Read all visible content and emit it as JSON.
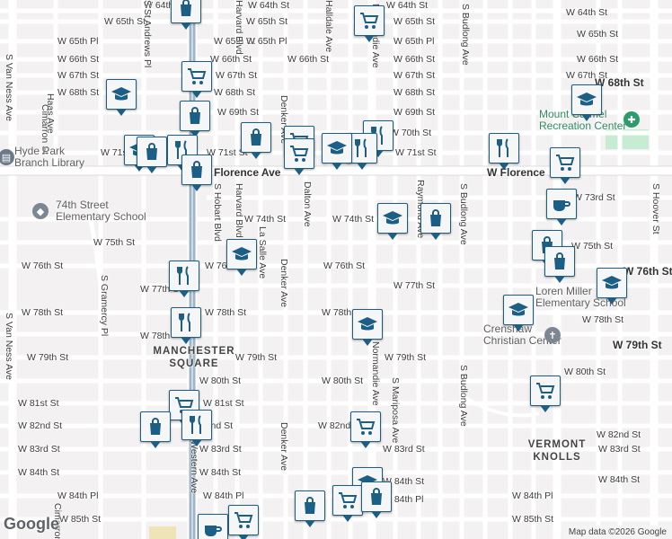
{
  "map": {
    "attribution": "Map data ©2026 Google",
    "logo": "Google"
  },
  "neighborhoods": {
    "manchester": [
      "MANCHESTER",
      "SQUARE"
    ],
    "vermont": [
      "VERMONT",
      "KNOLLS"
    ]
  },
  "places": {
    "hyde_park": [
      "Hyde Park",
      "Branch Library"
    ],
    "elementary_74th": [
      "74th Street",
      "Elementary School"
    ],
    "mount_carmel": [
      "Mount Carmel",
      "Recreation Center"
    ],
    "loren_miller": [
      "Loren Miller",
      "Elementary School"
    ],
    "crenshaw": [
      "Crenshaw",
      "Christian Center"
    ]
  },
  "streets_h": [
    {
      "id": "h1",
      "label": "W 64th St"
    },
    {
      "id": "h2",
      "label": "W 64th St"
    },
    {
      "id": "h3",
      "label": "W 64th St"
    },
    {
      "id": "h4",
      "label": "W 64th St"
    },
    {
      "id": "h5",
      "label": "W 65th St"
    },
    {
      "id": "h6",
      "label": "W 65th St"
    },
    {
      "id": "h7",
      "label": "W 65th St"
    },
    {
      "id": "h8",
      "label": "W 65th St"
    },
    {
      "id": "h9",
      "label": "W 65th St"
    },
    {
      "id": "h10",
      "label": "W 65th Pl"
    },
    {
      "id": "h11",
      "label": "W 65th Pl"
    },
    {
      "id": "h12",
      "label": "W 65th Pl"
    },
    {
      "id": "h13",
      "label": "W 66th St"
    },
    {
      "id": "h14",
      "label": "W 66th St"
    },
    {
      "id": "h15",
      "label": "W 66th St"
    },
    {
      "id": "h16",
      "label": "W 66th St"
    },
    {
      "id": "h17",
      "label": "W 66th St"
    },
    {
      "id": "h18",
      "label": "W 67th St"
    },
    {
      "id": "h19",
      "label": "W 67th St"
    },
    {
      "id": "h20",
      "label": "W 67th St"
    },
    {
      "id": "h21",
      "label": "W 67th St"
    },
    {
      "id": "h22",
      "label": "W 68th St"
    },
    {
      "id": "h23",
      "label": "W 68th St"
    },
    {
      "id": "h24",
      "label": "W 68th St"
    },
    {
      "id": "h25",
      "label": "W 68th St"
    },
    {
      "id": "h26",
      "label": "W 69th St"
    },
    {
      "id": "h27",
      "label": "W 69th St"
    },
    {
      "id": "h28",
      "label": "W 69th St"
    },
    {
      "id": "h29",
      "label": "W 70th St"
    },
    {
      "id": "h30",
      "label": "W 70th St"
    },
    {
      "id": "h31",
      "label": "W 71st St"
    },
    {
      "id": "h32",
      "label": "W 71st St"
    },
    {
      "id": "h33",
      "label": "W 71st St"
    },
    {
      "id": "h34",
      "label": "Florence Ave"
    },
    {
      "id": "h35",
      "label": "W Florence"
    },
    {
      "id": "h36",
      "label": "W 73rd St"
    },
    {
      "id": "h37",
      "label": "W 74th St"
    },
    {
      "id": "h38",
      "label": "W 74th St"
    },
    {
      "id": "h39",
      "label": "W 75th St"
    },
    {
      "id": "h40",
      "label": "W 75th St"
    },
    {
      "id": "h41",
      "label": "W 76th St"
    },
    {
      "id": "h42",
      "label": "W 76th"
    },
    {
      "id": "h43",
      "label": "W 76th St"
    },
    {
      "id": "h44",
      "label": "W 76th St"
    },
    {
      "id": "h45",
      "label": "W 77th St"
    },
    {
      "id": "h46",
      "label": "W 77th St"
    },
    {
      "id": "h47",
      "label": "W 78th St"
    },
    {
      "id": "h48",
      "label": "W 78th St"
    },
    {
      "id": "h49",
      "label": "W 78th"
    },
    {
      "id": "h50",
      "label": "W 78th St"
    },
    {
      "id": "h51",
      "label": "W 78th"
    },
    {
      "id": "h52",
      "label": "W 79th St"
    },
    {
      "id": "h53",
      "label": "W 79th St"
    },
    {
      "id": "h54",
      "label": "W 79th St"
    },
    {
      "id": "h55",
      "label": "W 79th St"
    },
    {
      "id": "h56",
      "label": "W 80th St"
    },
    {
      "id": "h57",
      "label": "W 80th St"
    },
    {
      "id": "h58",
      "label": "W 80th St"
    },
    {
      "id": "h59",
      "label": "W 81st St"
    },
    {
      "id": "h60",
      "label": "W 81st St"
    },
    {
      "id": "h61",
      "label": "W 82nd St"
    },
    {
      "id": "h62",
      "label": "W 82nd St"
    },
    {
      "id": "h63",
      "label": "W 82nd"
    },
    {
      "id": "h64",
      "label": "W 82nd St"
    },
    {
      "id": "h65",
      "label": "W 83rd St"
    },
    {
      "id": "h66",
      "label": "W 83rd St"
    },
    {
      "id": "h67",
      "label": "W 83rd St"
    },
    {
      "id": "h68",
      "label": "W 83rd St"
    },
    {
      "id": "h69",
      "label": "W 84th St"
    },
    {
      "id": "h70",
      "label": "W 84th St"
    },
    {
      "id": "h71",
      "label": "W 84th St"
    },
    {
      "id": "h72",
      "label": "W 84th St"
    },
    {
      "id": "h73",
      "label": "W 84th Pl"
    },
    {
      "id": "h74",
      "label": "W 84th Pl"
    },
    {
      "id": "h75",
      "label": "W 84th Pl"
    },
    {
      "id": "h76",
      "label": "W 84th Pl"
    },
    {
      "id": "h77",
      "label": "W 85th St"
    },
    {
      "id": "h78",
      "label": "W 85th St"
    },
    {
      "id": "h79",
      "label": "W 85th St"
    },
    {
      "id": "h80",
      "label": "W 68th St"
    },
    {
      "id": "h81",
      "label": "W 76th St"
    },
    {
      "id": "h82",
      "label": "W 79th St"
    }
  ],
  "streets_v": [
    {
      "id": "v1",
      "label": "S Van Ness Ave"
    },
    {
      "id": "v2",
      "label": "S St Andrews Pl"
    },
    {
      "id": "v3",
      "label": "Harvard Blvd"
    },
    {
      "id": "v4",
      "label": "Haas Ave"
    },
    {
      "id": "v5",
      "label": "Cimarron St"
    },
    {
      "id": "v6",
      "label": "Denker Ave"
    },
    {
      "id": "v7",
      "label": "Halldale Ave"
    },
    {
      "id": "v8",
      "label": "Normandie Ave"
    },
    {
      "id": "v9",
      "label": "S Budlong Ave"
    },
    {
      "id": "v10",
      "label": "S Hobart Blvd"
    },
    {
      "id": "v11",
      "label": "Harvard Blvd"
    },
    {
      "id": "v12",
      "label": "La Salle Ave"
    },
    {
      "id": "v13",
      "label": "Dalton Ave"
    },
    {
      "id": "v14",
      "label": "Raymond Ave"
    },
    {
      "id": "v15",
      "label": "S Budlong Ave"
    },
    {
      "id": "v16",
      "label": "S Hoover St"
    },
    {
      "id": "v17",
      "label": "Denker Ave"
    },
    {
      "id": "v18",
      "label": "S Gramercy Pl"
    },
    {
      "id": "v19",
      "label": "S Van Ness Ave"
    },
    {
      "id": "v20",
      "label": "Western Ave"
    },
    {
      "id": "v21",
      "label": "Normandie Ave"
    },
    {
      "id": "v22",
      "label": "S Mariposa Ave"
    },
    {
      "id": "v23",
      "label": "S Budlong Ave"
    },
    {
      "id": "v24",
      "label": "Denker Ave"
    },
    {
      "id": "v25",
      "label": "Western Ave"
    },
    {
      "id": "v26",
      "label": "Normandie Ave"
    },
    {
      "id": "v27",
      "label": "Cimarron"
    },
    {
      "id": "v28",
      "label": "Budlong Ave"
    },
    {
      "id": "v29",
      "label": "S Budlong Ave"
    }
  ],
  "markers": [
    {
      "type": "shopping-cart",
      "name": "marker-grocery-1"
    },
    {
      "type": "shopping-cart",
      "name": "marker-grocery-2"
    },
    {
      "type": "school",
      "name": "marker-school-1"
    },
    {
      "type": "shopping-bag",
      "name": "marker-store-1"
    },
    {
      "type": "shopping-bag",
      "name": "marker-store-2"
    },
    {
      "type": "shopping-cart",
      "name": "marker-grocery-3"
    },
    {
      "type": "school",
      "name": "marker-school-2"
    },
    {
      "type": "restaurant",
      "name": "marker-restaurant-1"
    },
    {
      "type": "restaurant",
      "name": "marker-restaurant-2"
    },
    {
      "type": "school",
      "name": "marker-school-3"
    },
    {
      "type": "shopping-cart",
      "name": "marker-grocery-4"
    },
    {
      "type": "school",
      "name": "marker-school-4"
    },
    {
      "type": "shopping-bag",
      "name": "marker-store-3"
    },
    {
      "type": "school",
      "name": "marker-school-5"
    },
    {
      "type": "restaurant",
      "name": "marker-restaurant-3"
    },
    {
      "type": "restaurant",
      "name": "marker-restaurant-4"
    },
    {
      "type": "school",
      "name": "marker-school-6"
    },
    {
      "type": "school",
      "name": "marker-school-7"
    },
    {
      "type": "shopping-cart",
      "name": "marker-grocery-5"
    },
    {
      "type": "shopping-bag",
      "name": "marker-store-4"
    },
    {
      "type": "shopping-cart",
      "name": "marker-grocery-6"
    },
    {
      "type": "shopping-bag",
      "name": "marker-store-5"
    },
    {
      "type": "coffee",
      "name": "marker-cafe-1"
    },
    {
      "type": "shopping-cart",
      "name": "marker-grocery-7"
    },
    {
      "type": "restaurant",
      "name": "marker-restaurant-5"
    },
    {
      "type": "shopping-bag",
      "name": "marker-store-6"
    },
    {
      "type": "coffee",
      "name": "marker-cafe-2"
    },
    {
      "type": "shopping-cart",
      "name": "marker-grocery-8"
    },
    {
      "type": "shopping-bag",
      "name": "marker-store-7"
    },
    {
      "type": "school",
      "name": "marker-school-8"
    },
    {
      "type": "shopping-cart",
      "name": "marker-grocery-9"
    },
    {
      "type": "shopping-bag",
      "name": "marker-store-8"
    },
    {
      "type": "shopping-cart",
      "name": "marker-grocery-10"
    },
    {
      "type": "shopping-cart",
      "name": "marker-grocery-11"
    },
    {
      "type": "shopping-bag",
      "name": "marker-store-9"
    },
    {
      "type": "school",
      "name": "marker-school-9"
    },
    {
      "type": "shopping-cart",
      "name": "marker-grocery-12"
    },
    {
      "type": "shopping-bag",
      "name": "marker-store-10"
    },
    {
      "type": "shopping-cart",
      "name": "marker-grocery-13"
    }
  ]
}
